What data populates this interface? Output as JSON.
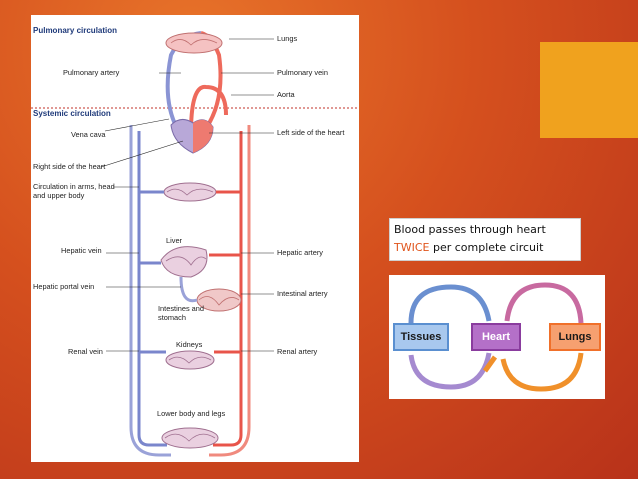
{
  "diagram": {
    "headers": {
      "pulmonary": "Pulmonary circulation",
      "systemic": "Systemic circulation"
    },
    "left_labels": {
      "pulmonary_artery": "Pulmonary artery",
      "vena_cava": "Vena cava",
      "right_heart": "Right side of the heart",
      "circulation_arms": "Circulation in arms, head and upper body",
      "hepatic_vein": "Hepatic vein",
      "hepatic_portal_vein": "Hepatic portal vein",
      "renal_vein": "Renal vein"
    },
    "right_labels": {
      "lungs": "Lungs",
      "pulmonary_vein": "Pulmonary vein",
      "aorta": "Aorta",
      "left_heart": "Left side of the heart",
      "hepatic_artery": "Hepatic artery",
      "intestinal_artery": "Intestinal artery",
      "renal_artery": "Renal artery"
    },
    "center_labels": {
      "liver": "Liver",
      "intestines": "Intestines and stomach",
      "kidneys": "Kidneys",
      "lower_body": "Lower body and legs"
    },
    "colors": {
      "artery": "#e8544a",
      "vein": "#7a86cc",
      "divider": "#c0302a"
    }
  },
  "caption": {
    "line1": "Blood passes through heart",
    "emphasis": "TWICE",
    "line2_rest": " per complete circuit",
    "emphasis_color": "#e0541b"
  },
  "mini_diagram": {
    "tissues": "Tissues",
    "heart": "Heart",
    "lungs": "Lungs",
    "colors": {
      "tissues": "#5a8fd0",
      "heart": "#8a3c9e",
      "lungs": "#f0702a"
    }
  }
}
